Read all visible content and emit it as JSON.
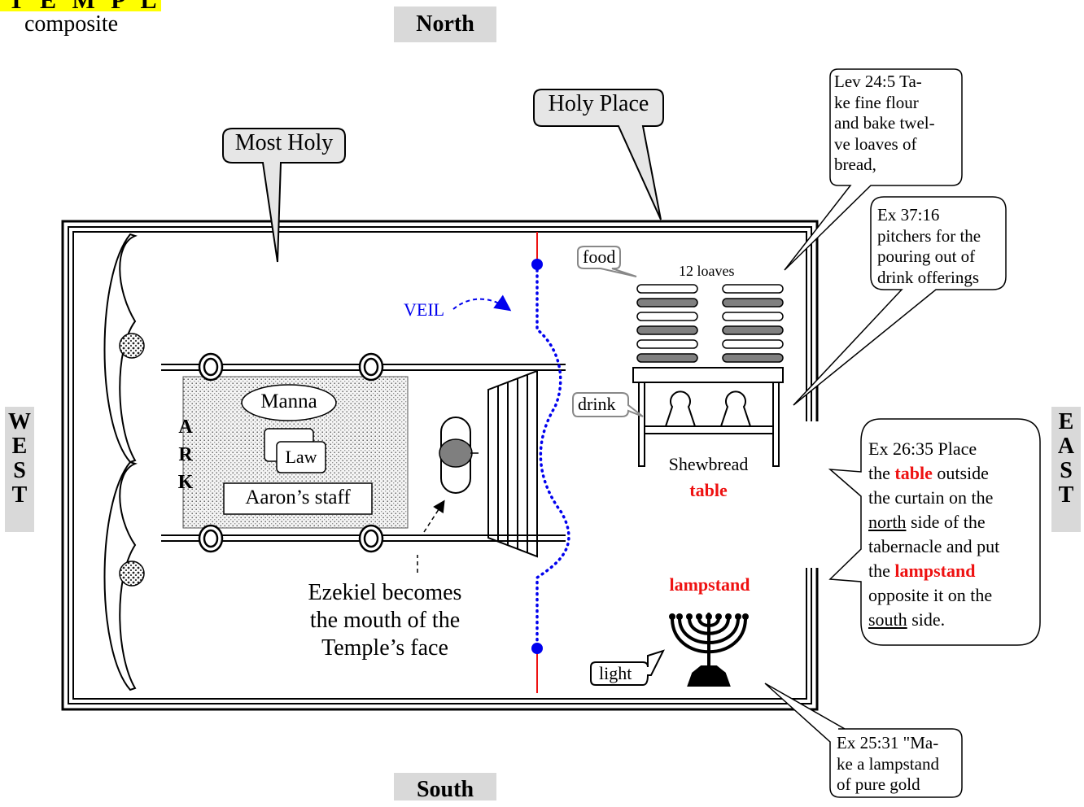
{
  "header": {
    "title": "T E M P L E",
    "subtitle": "composite"
  },
  "compass": {
    "north": "North",
    "south": "South",
    "west": [
      "W",
      "E",
      "S",
      "T"
    ],
    "east": [
      "E",
      "A",
      "S",
      "T"
    ]
  },
  "labels": {
    "most_holy": "Most Holy",
    "holy_place": "Holy Place",
    "veil": "VEIL",
    "ark": [
      "A",
      "R",
      "K"
    ],
    "manna": "Manna",
    "law": "Law",
    "aarons_staff": "Aaron’s staff",
    "food": "food",
    "loaves": "12 loaves",
    "drink": "drink",
    "shewbread": "Shewbread",
    "table": "table",
    "lampstand": "lampstand",
    "light": "light",
    "ezekiel": [
      "Ezekiel becomes",
      "the mouth of the",
      "Temple’s face"
    ]
  },
  "verses": {
    "lev": [
      "Lev 24:5 Ta-",
      "ke fine flour",
      "and bake twel-",
      "ve loaves of",
      "bread,"
    ],
    "ex37": [
      "Ex 37:16",
      "pitchers for the",
      "pouring out of",
      "drink offerings"
    ],
    "ex26": {
      "ref": "Ex 26:35 Place",
      "the": "the",
      "table": "table",
      "outside": "outside",
      "curtain": "the curtain on the",
      "north": "north",
      "side_of": "side of the",
      "tabernacle": "tabernacle and put",
      "the2": "the",
      "lampstand": "lampstand",
      "opposite": "opposite it on the",
      "south": "south",
      "side": "side."
    },
    "ex25": [
      "Ex 25:31 \"Ma-",
      "ke a lampstand",
      "of pure gold"
    ]
  },
  "colors": {
    "highlight": "#ffff00",
    "compass_bg": "#d9d9d9",
    "veil": "#0000ee",
    "red": "#ee1111",
    "stipple": "#dddddd",
    "shade": "#808080"
  }
}
